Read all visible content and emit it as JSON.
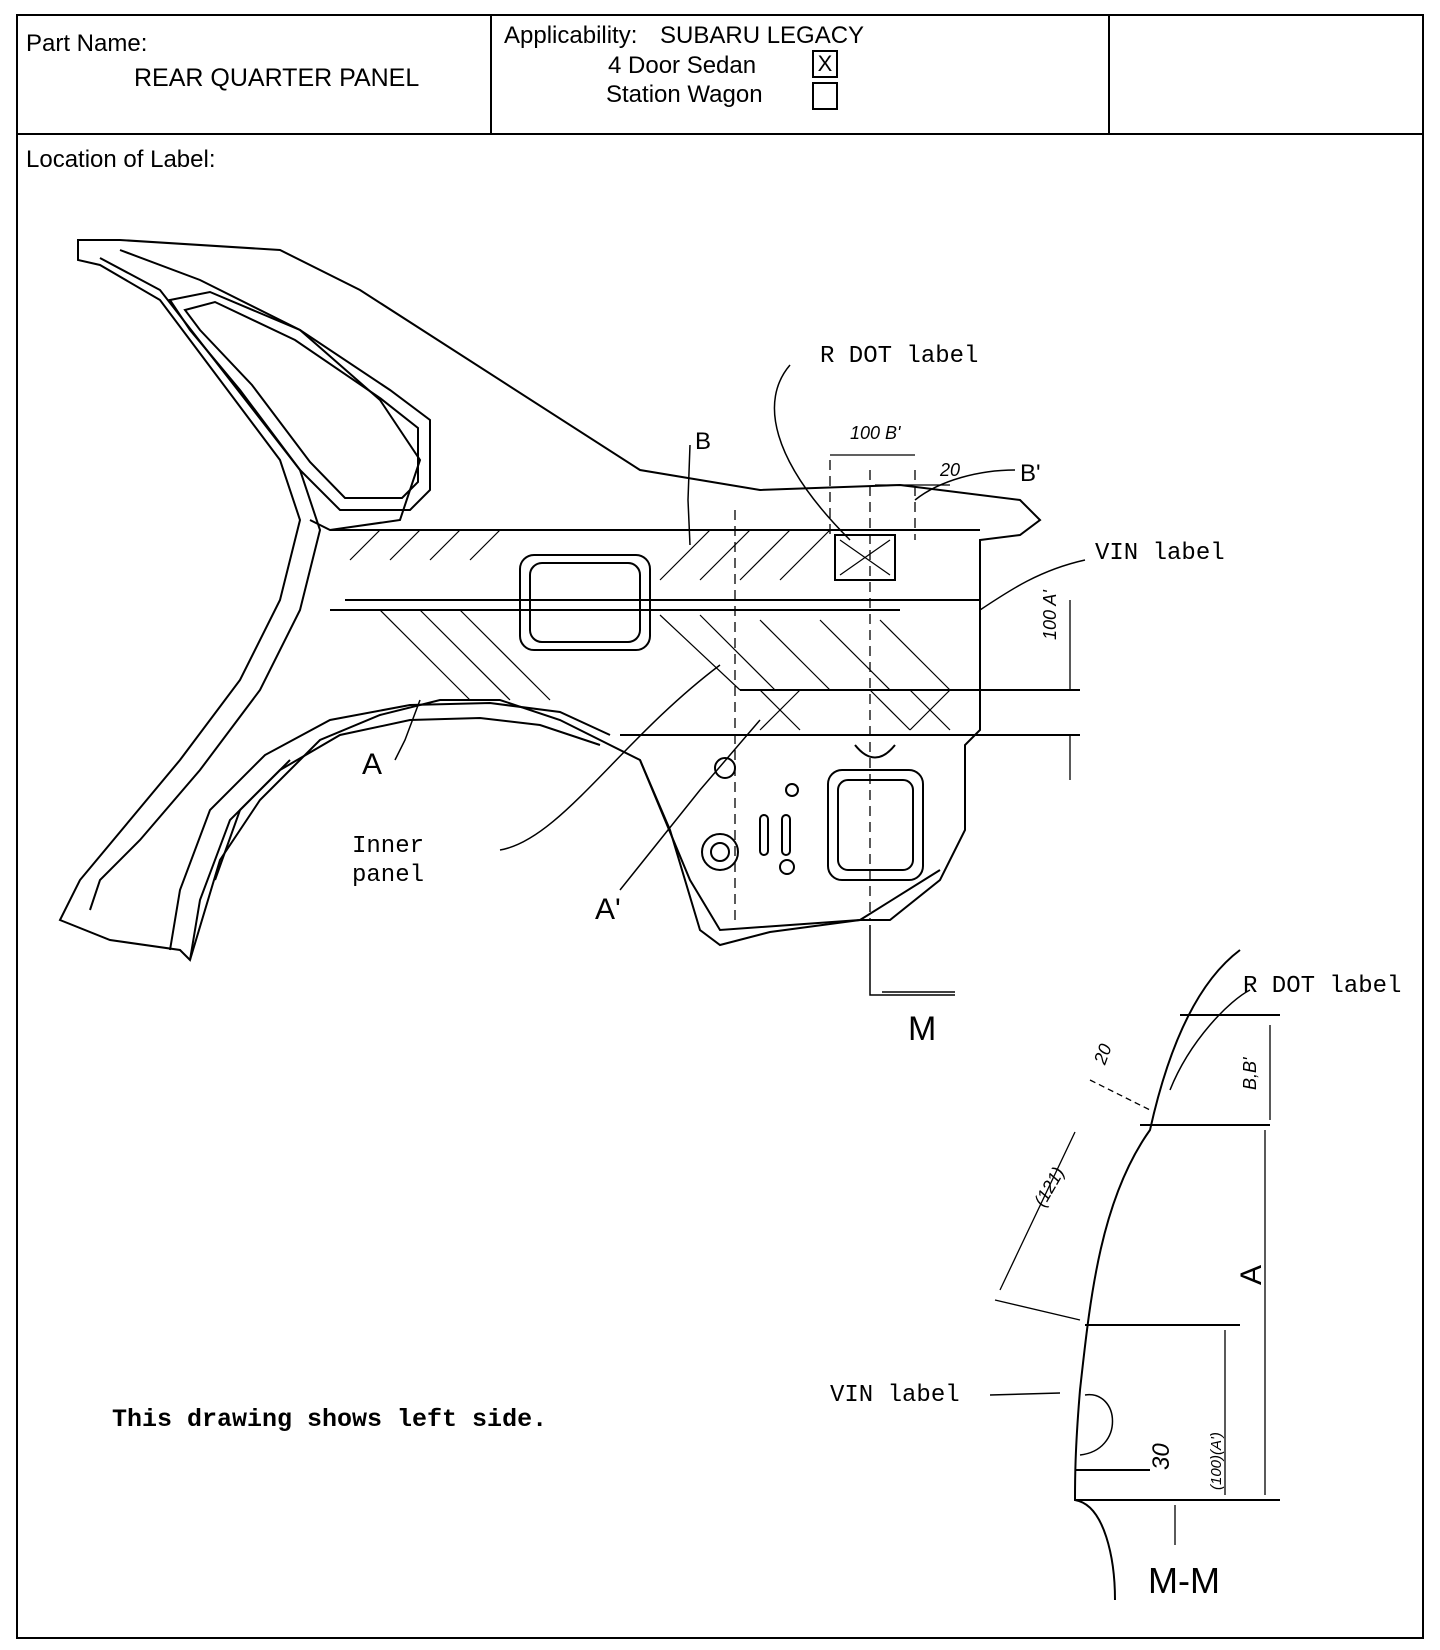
{
  "header": {
    "part_name_label": "Part Name:",
    "part_name_value": "REAR QUARTER PANEL",
    "applicability_label": "Applicability:",
    "applicability_value": "SUBARU LEGACY",
    "options": [
      {
        "label": "4 Door Sedan",
        "mark": "X"
      },
      {
        "label": "Station Wagon",
        "mark": ""
      }
    ]
  },
  "location_label": "Location of Label:",
  "annotations": {
    "r_dot_label": "R DOT label",
    "vin_label": "VIN label",
    "inner_panel_line1": "Inner",
    "inner_panel_line2": "panel",
    "a": "A",
    "a_prime": "A'",
    "b": "B",
    "b_prime": "B'",
    "dim_100_b": "100 B'",
    "dim_20": "20",
    "dim_100_a": "100 A'",
    "view_m": "M",
    "section_mm": "M-M",
    "sec_r_dot_label": "R DOT label",
    "sec_vin_label": "VIN label",
    "sec_dim_20": "20",
    "sec_dim_bb": "B,B'",
    "sec_dim_121": "(121)",
    "sec_dim_a": "A",
    "sec_dim_30": "30",
    "sec_dim_100a": "(100)(A')"
  },
  "note": "This drawing shows left side."
}
